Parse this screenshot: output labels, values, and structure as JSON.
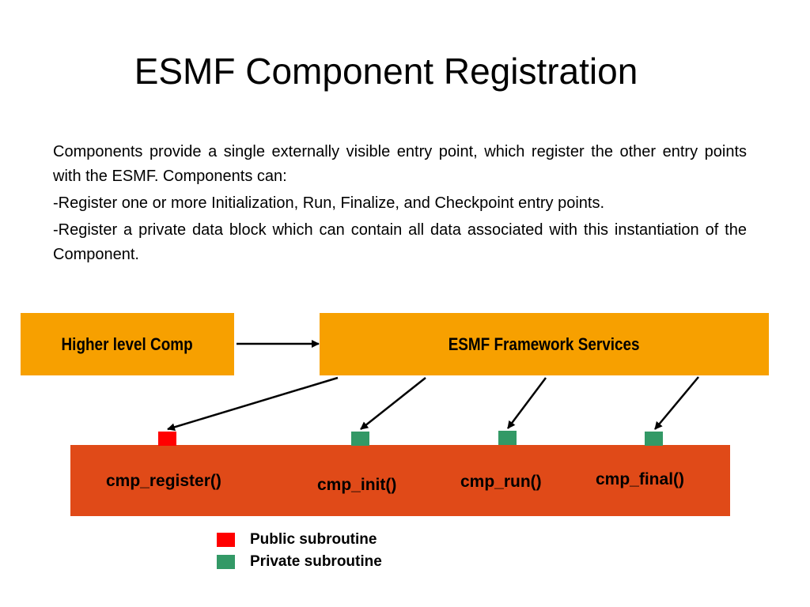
{
  "title": "ESMF Component Registration",
  "paragraphs": [
    "Components provide a single externally visible entry point, which register the other entry points with the ESMF.  Components can:",
    "-Register one or more Initialization, Run, Finalize, and Checkpoint entry points.",
    "-Register a private data block which can contain all data associated with this instantiation of the Component."
  ],
  "boxes": {
    "higher": "Higher level Comp",
    "esmf": "ESMF Framework Services"
  },
  "subroutines": [
    {
      "label": "cmp_register()",
      "kind": "public"
    },
    {
      "label": "cmp_init()",
      "kind": "private"
    },
    {
      "label": "cmp_run()",
      "kind": "private"
    },
    {
      "label": "cmp_final()",
      "kind": "private"
    }
  ],
  "legend": {
    "public": "Public subroutine",
    "private": "Private subroutine"
  },
  "colors": {
    "box_fill": "#F7A000",
    "panel_fill": "#E04A18",
    "public": "#FF0000",
    "private": "#339966",
    "arrow": "#000000"
  }
}
